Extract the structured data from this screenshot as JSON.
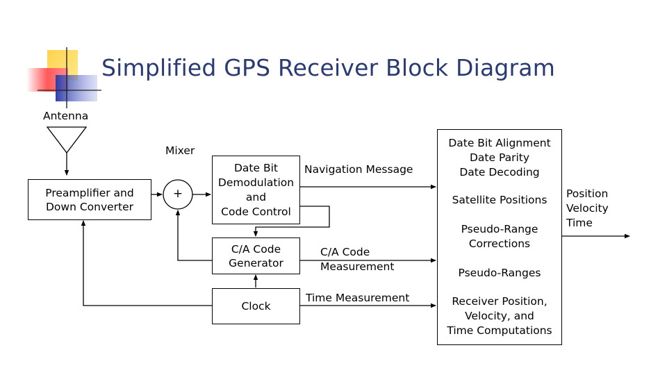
{
  "title": "Simplified GPS Receiver Block Diagram",
  "antenna_label": "Antenna",
  "mixer_label": "Mixer",
  "mixer_symbol": "+",
  "preamp_lines": [
    "Preamplifier and",
    "Down Converter"
  ],
  "demod_lines": [
    "Date Bit",
    "Demodulation",
    "and",
    "Code Control"
  ],
  "ca_gen_lines": [
    "C/A Code",
    "Generator"
  ],
  "clock_label": "Clock",
  "nav_message_label": "Navigation Message",
  "ca_measure_lines": [
    "C/A Code",
    "Measurement"
  ],
  "time_measure_label": "Time Measurement",
  "processor": {
    "group1": [
      "Date Bit Alignment",
      "Date Parity",
      "Date Decoding"
    ],
    "group2": [
      "Satellite Positions"
    ],
    "group3": [
      "Pseudo-Range",
      "Corrections"
    ],
    "group4": [
      "Pseudo-Ranges"
    ],
    "group5": [
      "Receiver Position,",
      "Velocity,  and",
      "Time Computations"
    ]
  },
  "output_lines": [
    "Position",
    "Velocity",
    "Time"
  ]
}
